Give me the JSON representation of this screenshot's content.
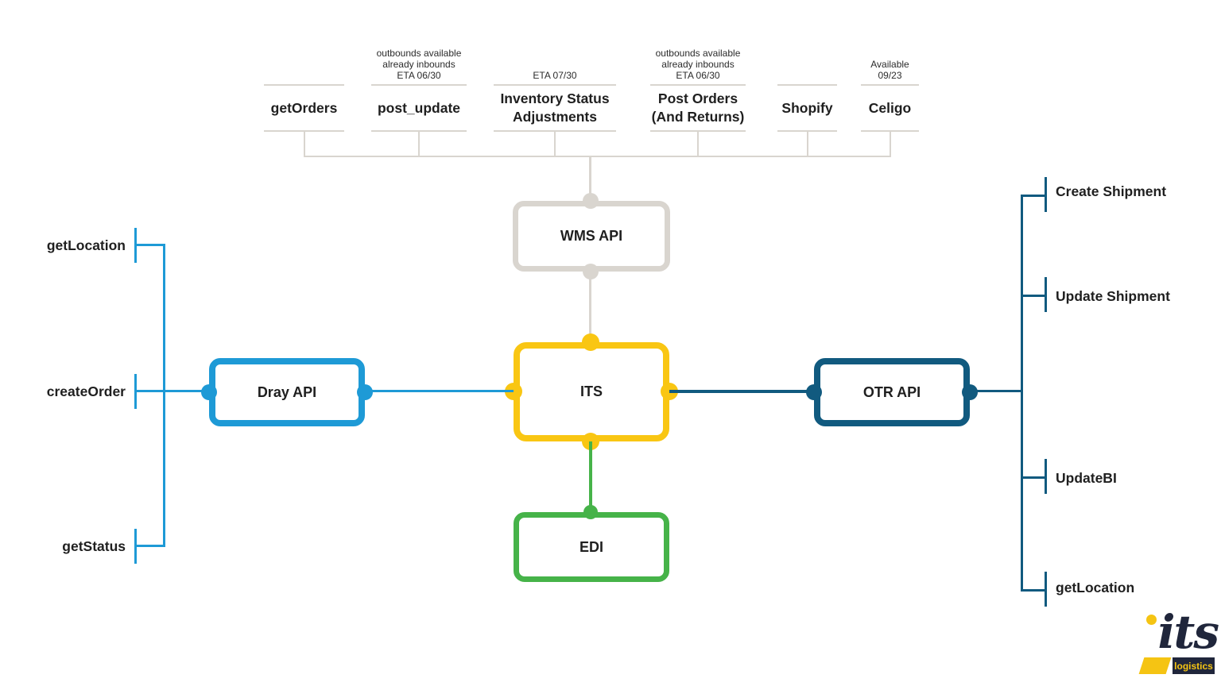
{
  "colors": {
    "light_blue": "#1E9AD6",
    "dark_blue": "#115A7F",
    "yellow": "#F9C613",
    "green": "#46B349",
    "gray": "#D9D5CF",
    "text": "#1F1F1F",
    "logo_navy": "#20263B",
    "logo_yellow": "#F5C413"
  },
  "top_endpoints": [
    {
      "label": "getOrders",
      "note": ""
    },
    {
      "label": "post_update",
      "note": "outbounds available\nalready inbounds\nETA 06/30"
    },
    {
      "label": "Inventory Status\nAdjustments",
      "note": "ETA 07/30"
    },
    {
      "label": "Post Orders\n(And Returns)",
      "note": "outbounds available\nalready inbounds\nETA 06/30"
    },
    {
      "label": "Shopify",
      "note": ""
    },
    {
      "label": "Celigo",
      "note": "Available\n09/23"
    }
  ],
  "nodes": {
    "wms_api": {
      "label": "WMS API"
    },
    "its": {
      "label": "ITS"
    },
    "dray_api": {
      "label": "Dray API"
    },
    "otr_api": {
      "label": "OTR API"
    },
    "edi": {
      "label": "EDI"
    }
  },
  "dray_endpoints": [
    {
      "label": "getLocation"
    },
    {
      "label": "createOrder"
    },
    {
      "label": "getStatus"
    }
  ],
  "otr_endpoints": [
    {
      "label": "Create Shipment"
    },
    {
      "label": "Update Shipment"
    },
    {
      "label": "UpdateBI"
    },
    {
      "label": "getLocation"
    }
  ],
  "logo": {
    "brand": "its",
    "tagline": "logistics"
  }
}
